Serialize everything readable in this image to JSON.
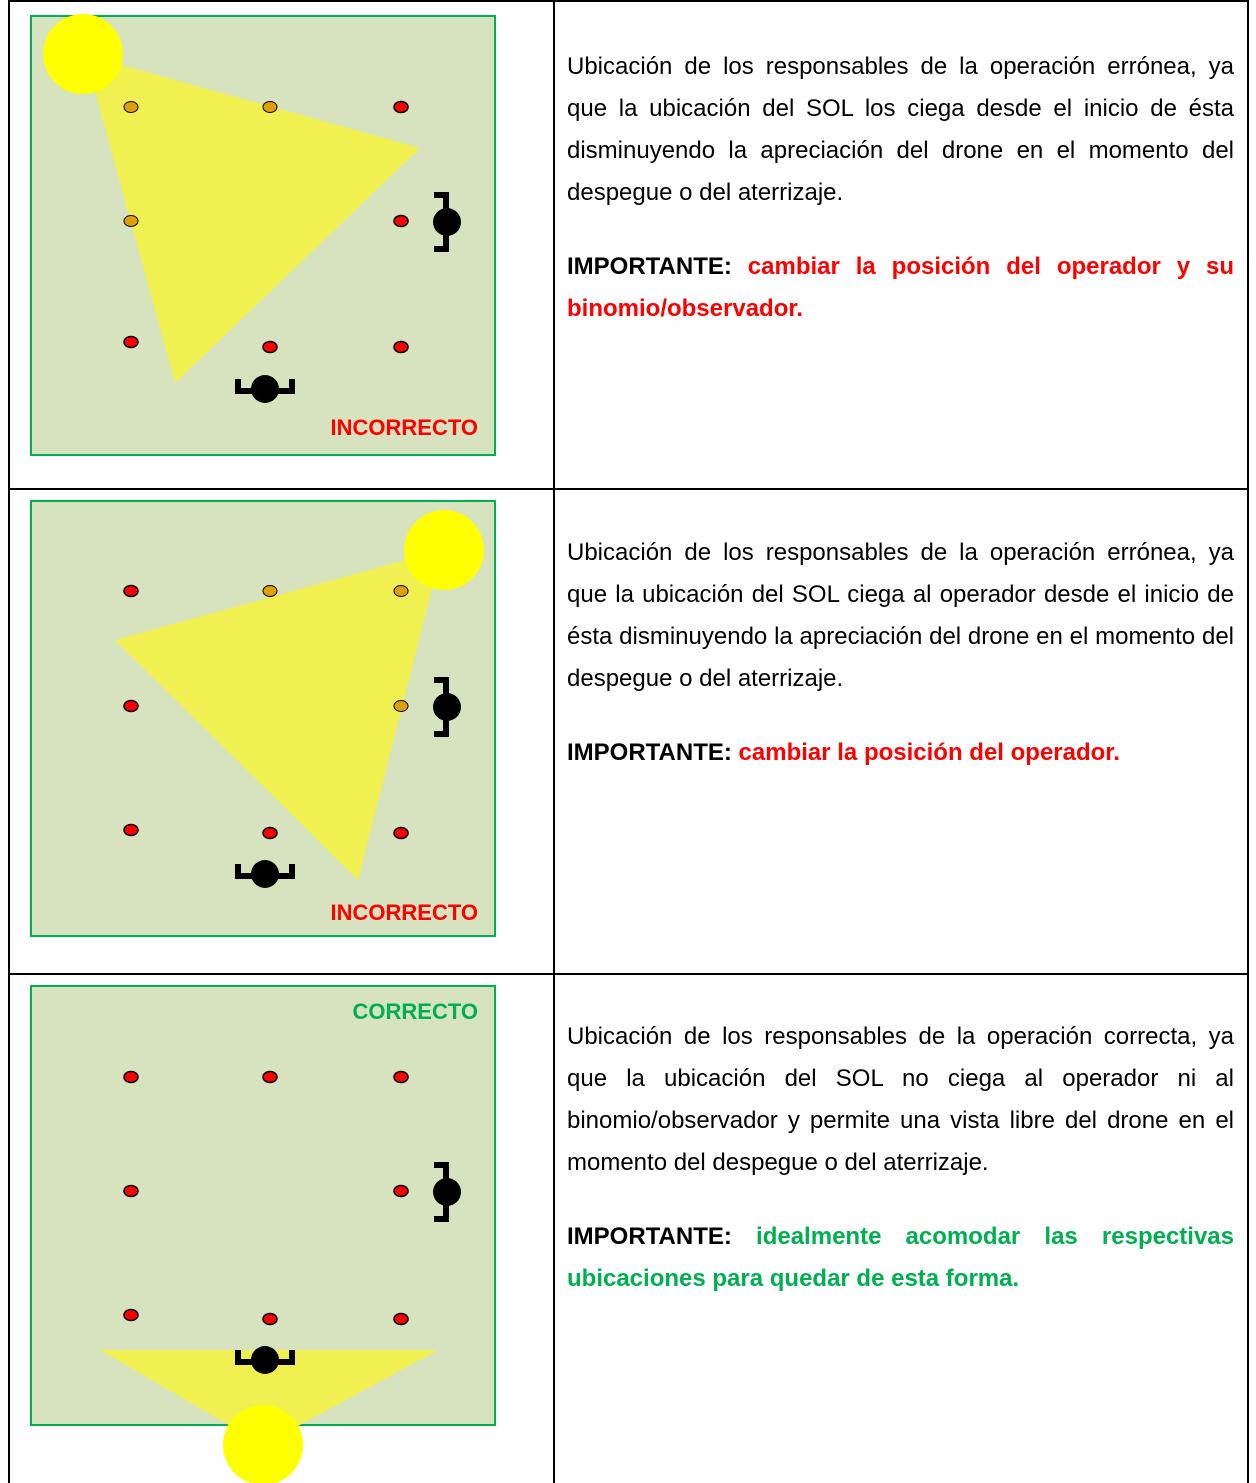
{
  "rows": [
    {
      "status_label": "INCORRECTO",
      "description": "Ubicación de los responsables de la operación errónea, ya que la ubicación del SOL los ciega desde el inicio de ésta disminuyendo la apreciación del drone en el momento del despegue o del aterrizaje.",
      "important_label": "IMPORTANTE:",
      "important_text": "cambiar la posición del operador y su binomio/observador."
    },
    {
      "status_label": "INCORRECTO",
      "description": "Ubicación de los responsables de la operación errónea, ya que la ubicación del SOL ciega al operador desde el inicio de ésta disminuyendo la apreciación del drone en el momento del despegue o del aterrizaje.",
      "important_label": "IMPORTANTE:",
      "important_text": "cambiar la posición del operador."
    },
    {
      "status_label": "CORRECTO",
      "description": "Ubicación de los responsables de la operación correcta, ya que la ubicación del SOL no ciega al operador ni al binomio/observador y permite una vista libre del drone en el momento del despegue o del aterrizaje.",
      "important_label": "IMPORTANTE:",
      "important_text": "idealmente acomodar las respectivas ubicaciones para quedar de esta forma."
    }
  ],
  "colors": {
    "field_fill": "#d7e3bf",
    "field_border": "#00b050",
    "sun": "#ffff00",
    "glare": "#f0f050",
    "incorrect": "#ff0000",
    "correct": "#00b050"
  }
}
